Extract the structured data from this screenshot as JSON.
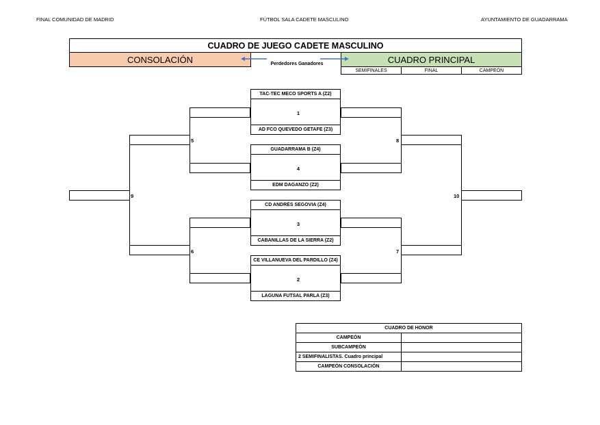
{
  "header": {
    "left": "FINAL COMUNIDAD DE MADRID",
    "center": "FÚTBOL SALA CADETE MASCULINO",
    "right": "AYUNTAMIENTO DE GUADARRAMA"
  },
  "title": "CUADRO DE JUEGO CADETE MASCULINO",
  "consolacion": "CONSOLACIÓN",
  "principal": "CUADRO PRINCIPAL",
  "middle_label": "Perdedores  Ganadores",
  "stages": [
    "SEMIFINALES",
    "FINAL",
    "CAMPEÓN"
  ],
  "colors": {
    "consolacion": "#f8cbad",
    "principal": "#c6e0b4",
    "arrow": "#4472c4"
  },
  "teams": [
    "TAC-TEC MECO SPORTS A (Z2)",
    "AD FCO QUEVEDO GETAFE (Z3)",
    "GUADARRAMA B (Z4)",
    "EDM DAGANZO (Z2)",
    "CD ANDRÉS SEGOVIA (Z4)",
    "CABANILLAS DE LA SIERRA (Z2)",
    "CE VILLANUEVA DEL PARDILLO (Z4)",
    "LAGUNA FUTSAL PARLA (Z3)"
  ],
  "match_numbers": [
    "1",
    "4",
    "3",
    "2",
    "5",
    "8",
    "6",
    "7",
    "9",
    "10"
  ],
  "honor": {
    "title": "CUADRO DE HONOR",
    "rows": [
      "CAMPEÓN",
      "SUBCAMPEÓN",
      "2 SEMIFINALISTAS. Cuadro principal",
      "CAMPEÓN CONSOLACIÓN"
    ]
  }
}
